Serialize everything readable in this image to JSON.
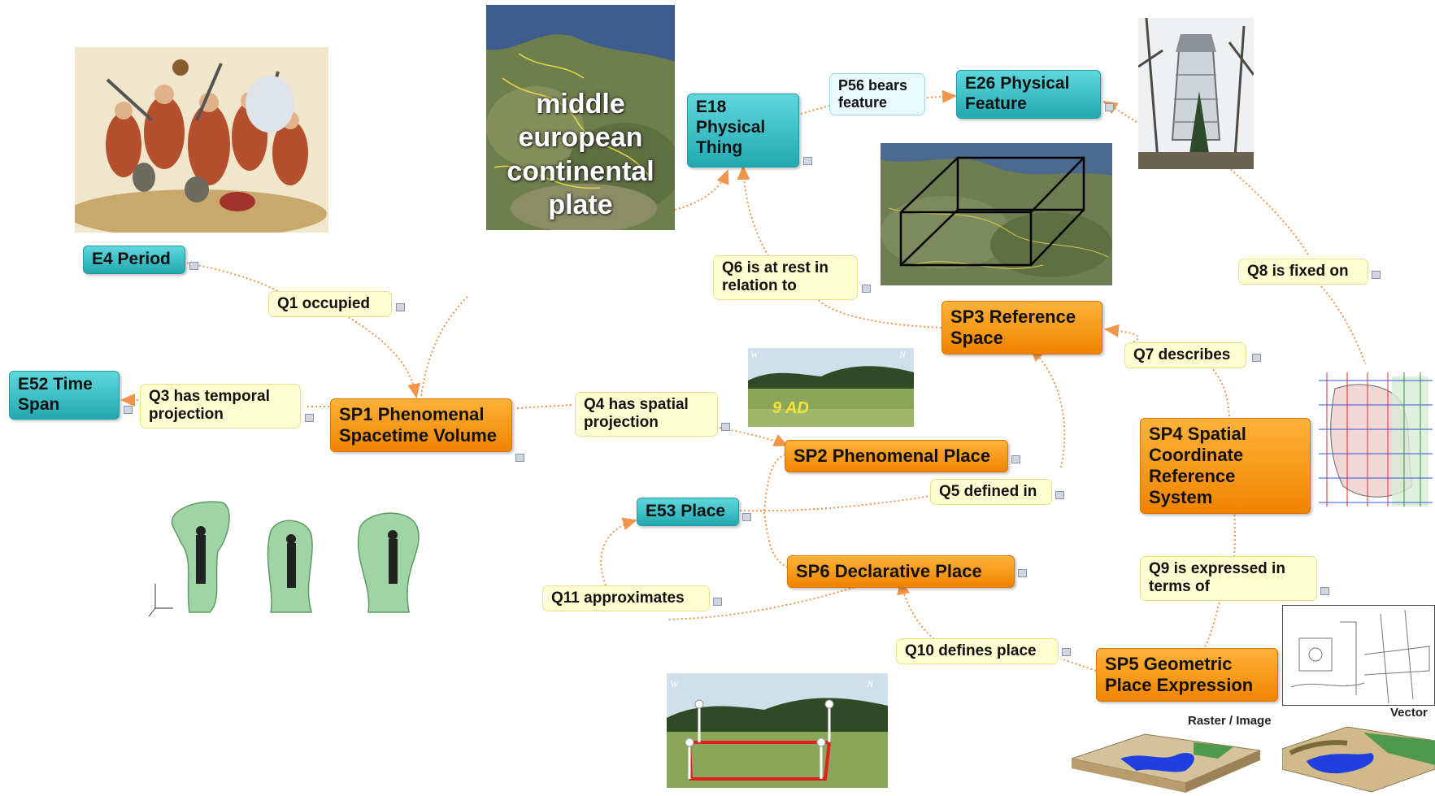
{
  "nodes": {
    "e4_period": "E4 Period",
    "e52_time_span": "E52 Time Span",
    "e18_physical_thing": "E18 Physical Thing",
    "e26_physical_feature": "E26 Physical Feature",
    "e53_place": "E53 Place",
    "sp1": "SP1 Phenomenal Spacetime Volume",
    "sp2": "SP2 Phenomenal Place",
    "sp3": "SP3 Reference Space",
    "sp4": "SP4 Spatial Coordinate Reference System",
    "sp5": "SP5 Geometric Place Expression",
    "sp6": "SP6 Declarative Place"
  },
  "relations": {
    "q1": "Q1 occupied",
    "q3": "Q3 has temporal projection",
    "q4": "Q4 has spatial projection",
    "q5": "Q5 defined in",
    "q6": "Q6 is at rest in relation to",
    "q7": "Q7 describes",
    "q8": "Q8 is fixed on",
    "q9": "Q9 is expressed in terms of",
    "q10": "Q10 defines place",
    "q11": "Q11 approximates",
    "p56": "P56 bears feature"
  },
  "image_labels": {
    "plate_map": "middle european continental plate",
    "field_caption": "9 AD",
    "field_west": "W",
    "field_north": "N",
    "raster": "Raster / Image",
    "vector": "Vector"
  },
  "colors": {
    "teal": "#22a9b2",
    "orange": "#f08400",
    "label_yellow": "#ffffd2",
    "edge": "#f0954a"
  }
}
